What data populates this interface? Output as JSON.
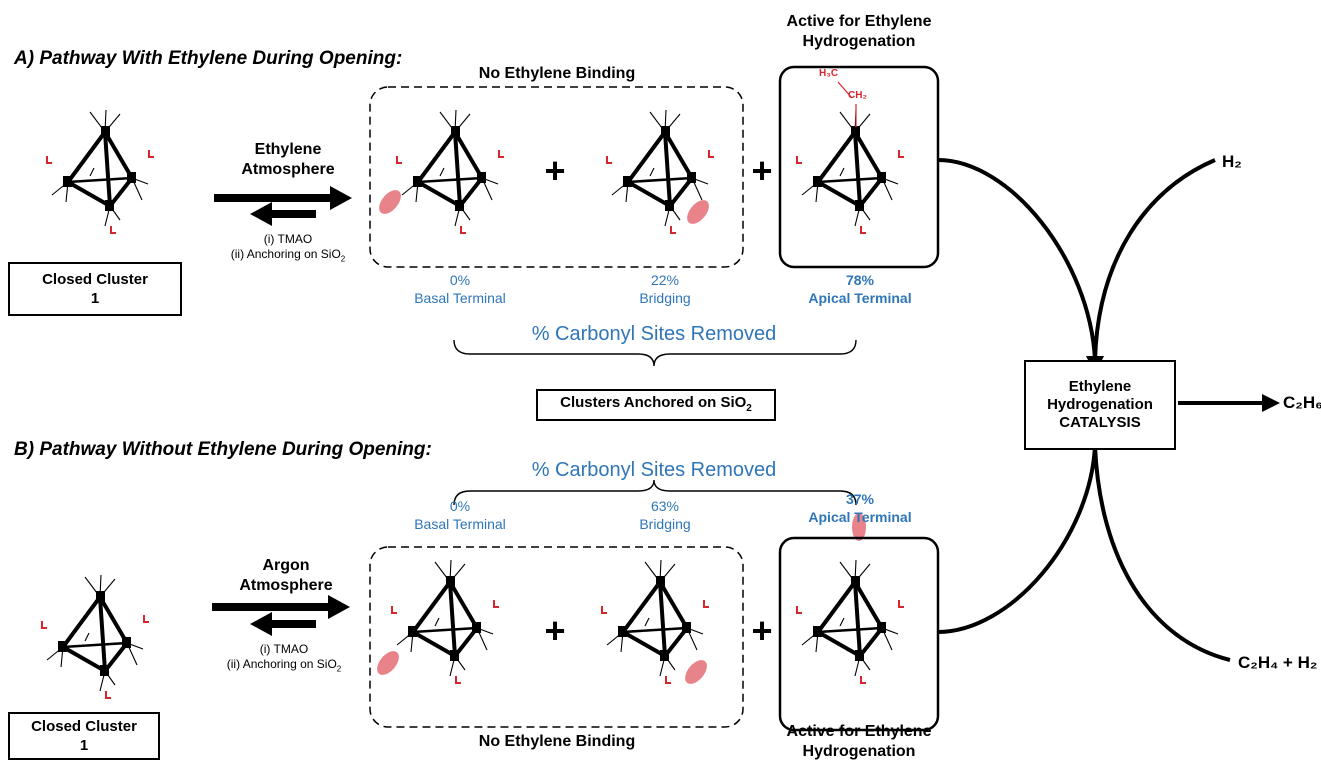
{
  "section_a_title": "A) Pathway With Ethylene During Opening:",
  "section_b_title": "B) Pathway Without Ethylene During Opening:",
  "closed_cluster_line1": "Closed Cluster",
  "closed_cluster_line2": "1",
  "ethylene_atm_line1": "Ethylene",
  "ethylene_atm_line2": "Atmosphere",
  "argon_atm_line1": "Argon",
  "argon_atm_line2": "Atmosphere",
  "reverse_step1": "(i) TMAO",
  "reverse_step2_prefix": "(ii) Anchoring on SiO",
  "reverse_step2_sub": "2",
  "no_ethylene_binding": "No Ethylene Binding",
  "active_line1": "Active for Ethylene",
  "active_line2": "Hydrogenation",
  "carbonyl_removed_title": "% Carbonyl Sites Removed",
  "anchored_prefix": "Clusters Anchored on SiO",
  "anchored_sub": "2",
  "path_a": {
    "basal_pct": "0%",
    "basal_label": "Basal Terminal",
    "bridging_pct": "22%",
    "bridging_label": "Bridging",
    "apical_pct": "78%",
    "apical_label": "Apical Terminal"
  },
  "path_b": {
    "basal_pct": "0%",
    "basal_label": "Basal Terminal",
    "bridging_pct": "63%",
    "bridging_label": "Bridging",
    "apical_pct": "37%",
    "apical_label": "Apical Terminal"
  },
  "catalysis_line1": "Ethylene",
  "catalysis_line2": "Hydrogenation",
  "catalysis_line3": "CATALYSIS",
  "h2_label": "H₂",
  "c2h6_label": "C₂H₆",
  "c2h4_h2_label": "C₂H₄ + H₂",
  "plus_sign": "+",
  "ethyl_ch3": "H₃C",
  "ethyl_ch2": "CH₂",
  "colors": {
    "accent_blue": "#2f76b8",
    "ligand_red": "#d9262e",
    "site_pink": "#e8838a"
  }
}
